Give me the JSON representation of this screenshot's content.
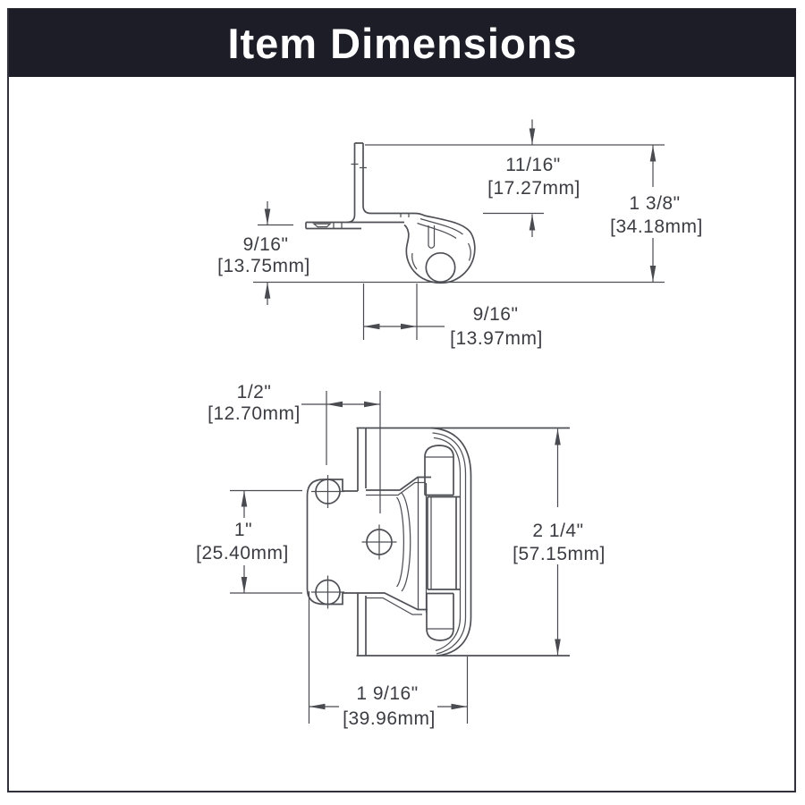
{
  "title": "Item Dimensions",
  "colors": {
    "title_bg": "#1c1d27",
    "title_text": "#ffffff",
    "line": "#4f5056",
    "dim_text": "#3c3d43",
    "page_border": "#30313a",
    "background": "#ffffff"
  },
  "views": {
    "side": {
      "dims": {
        "top_offset": {
          "in": "11/16\"",
          "mm": "[17.27mm]"
        },
        "height": {
          "in": "1 3/8\"",
          "mm": "[34.18mm]"
        },
        "wing_drop": {
          "in": "9/16\"",
          "mm": "[13.75mm]"
        },
        "knuckle_gap": {
          "in": "9/16\"",
          "mm": "[13.97mm]"
        }
      }
    },
    "front": {
      "dims": {
        "overlay": {
          "in": "1/2\"",
          "mm": "[12.70mm]"
        },
        "hole_spacing": {
          "in": "1\"",
          "mm": "[25.40mm]"
        },
        "height": {
          "in": "2 1/4\"",
          "mm": "[57.15mm]"
        },
        "width": {
          "in": "1 9/16\"",
          "mm": "[39.96mm]"
        }
      }
    }
  }
}
